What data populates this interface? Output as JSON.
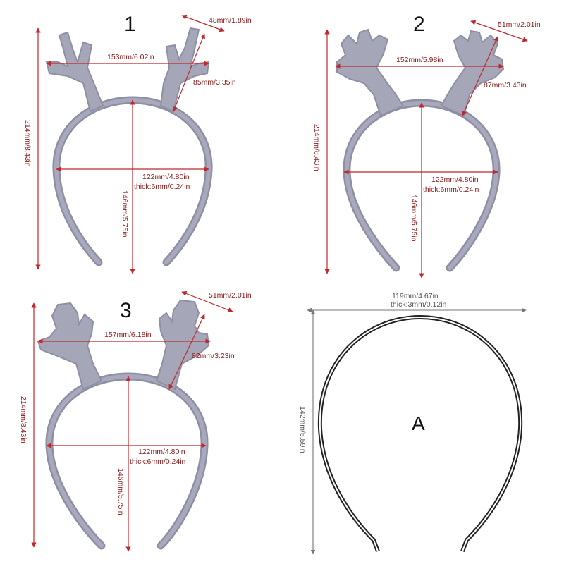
{
  "panels": [
    {
      "label": "1",
      "width": "153mm/6.02in",
      "antler_top": "48mm/1.89in",
      "antler_len": "85mm/3.35in",
      "height": "214mm/8.43in",
      "band_width": "122mm/4.80in",
      "thick": "thick:6mm/0.24in",
      "band_height": "146mm/5.75in"
    },
    {
      "label": "2",
      "width": "152mm/5.98in",
      "antler_top": "51mm/2.01in",
      "antler_len": "87mm/3.43in",
      "height": "214mm/8.43in",
      "band_width": "122mm/4.80in",
      "thick": "thick:6mm/0.24in",
      "band_height": "146mm/5.75in"
    },
    {
      "label": "3",
      "width": "157mm/6.18in",
      "antler_top": "51mm/2.01in",
      "antler_len": "82mm/3.23in",
      "height": "214mm/8.43in",
      "band_width": "122mm/4.80in",
      "thick": "thick:6mm/0.24in",
      "band_height": "146mm/5.75in"
    }
  ],
  "panelA": {
    "label": "A",
    "width": "119mm/4.67in",
    "thick": "thick:3mm/0.12in",
    "height": "142mm/5.59in"
  },
  "colors": {
    "dimension_arrows": "#c0282d",
    "headband": "#8e8ea4",
    "bare_band": "#222222"
  }
}
